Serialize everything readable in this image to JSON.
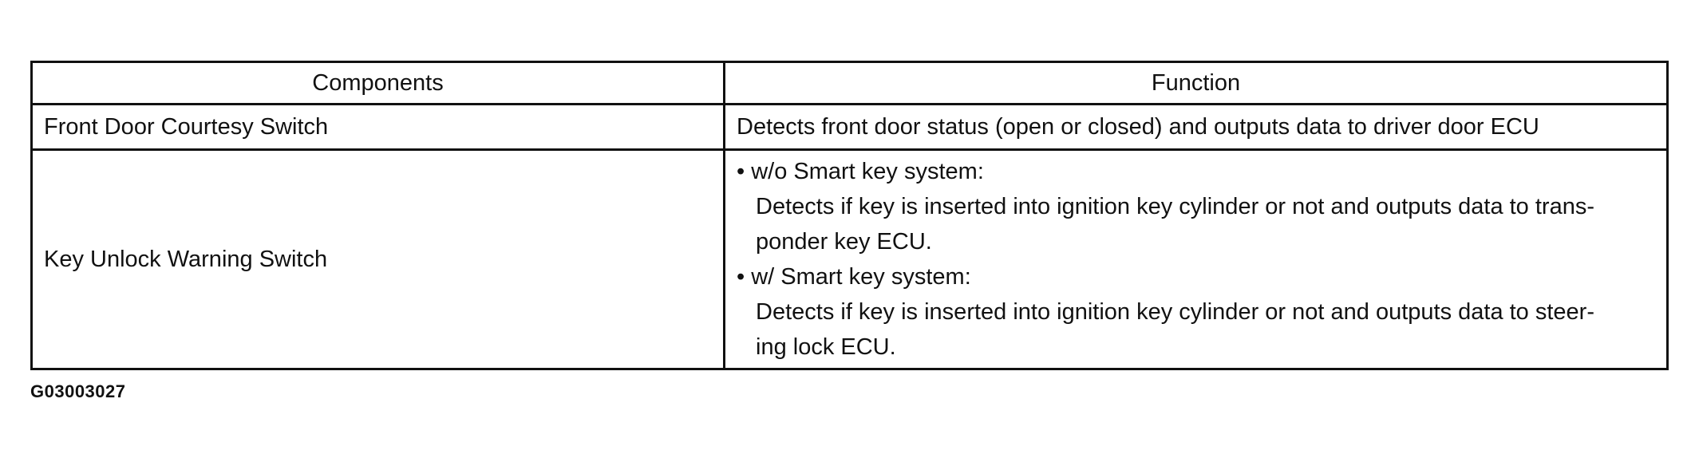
{
  "table": {
    "headers": {
      "components": "Components",
      "function": "Function"
    },
    "rows": [
      {
        "component": "Front Door Courtesy Switch",
        "function": "Detects front door status (open or closed) and outputs data to driver door ECU"
      },
      {
        "component": "Key Unlock Warning Switch",
        "function_items": [
          {
            "bullet": "• w/o Smart key system:",
            "lines": [
              "Detects if key is inserted into ignition key cylinder or not and outputs data to trans-",
              "ponder key ECU."
            ]
          },
          {
            "bullet": "• w/ Smart key system:",
            "lines": [
              "Detects if key is inserted into ignition key cylinder or not and outputs data to steer-",
              "ing lock ECU."
            ]
          }
        ]
      }
    ]
  },
  "figure_id": "G03003027"
}
